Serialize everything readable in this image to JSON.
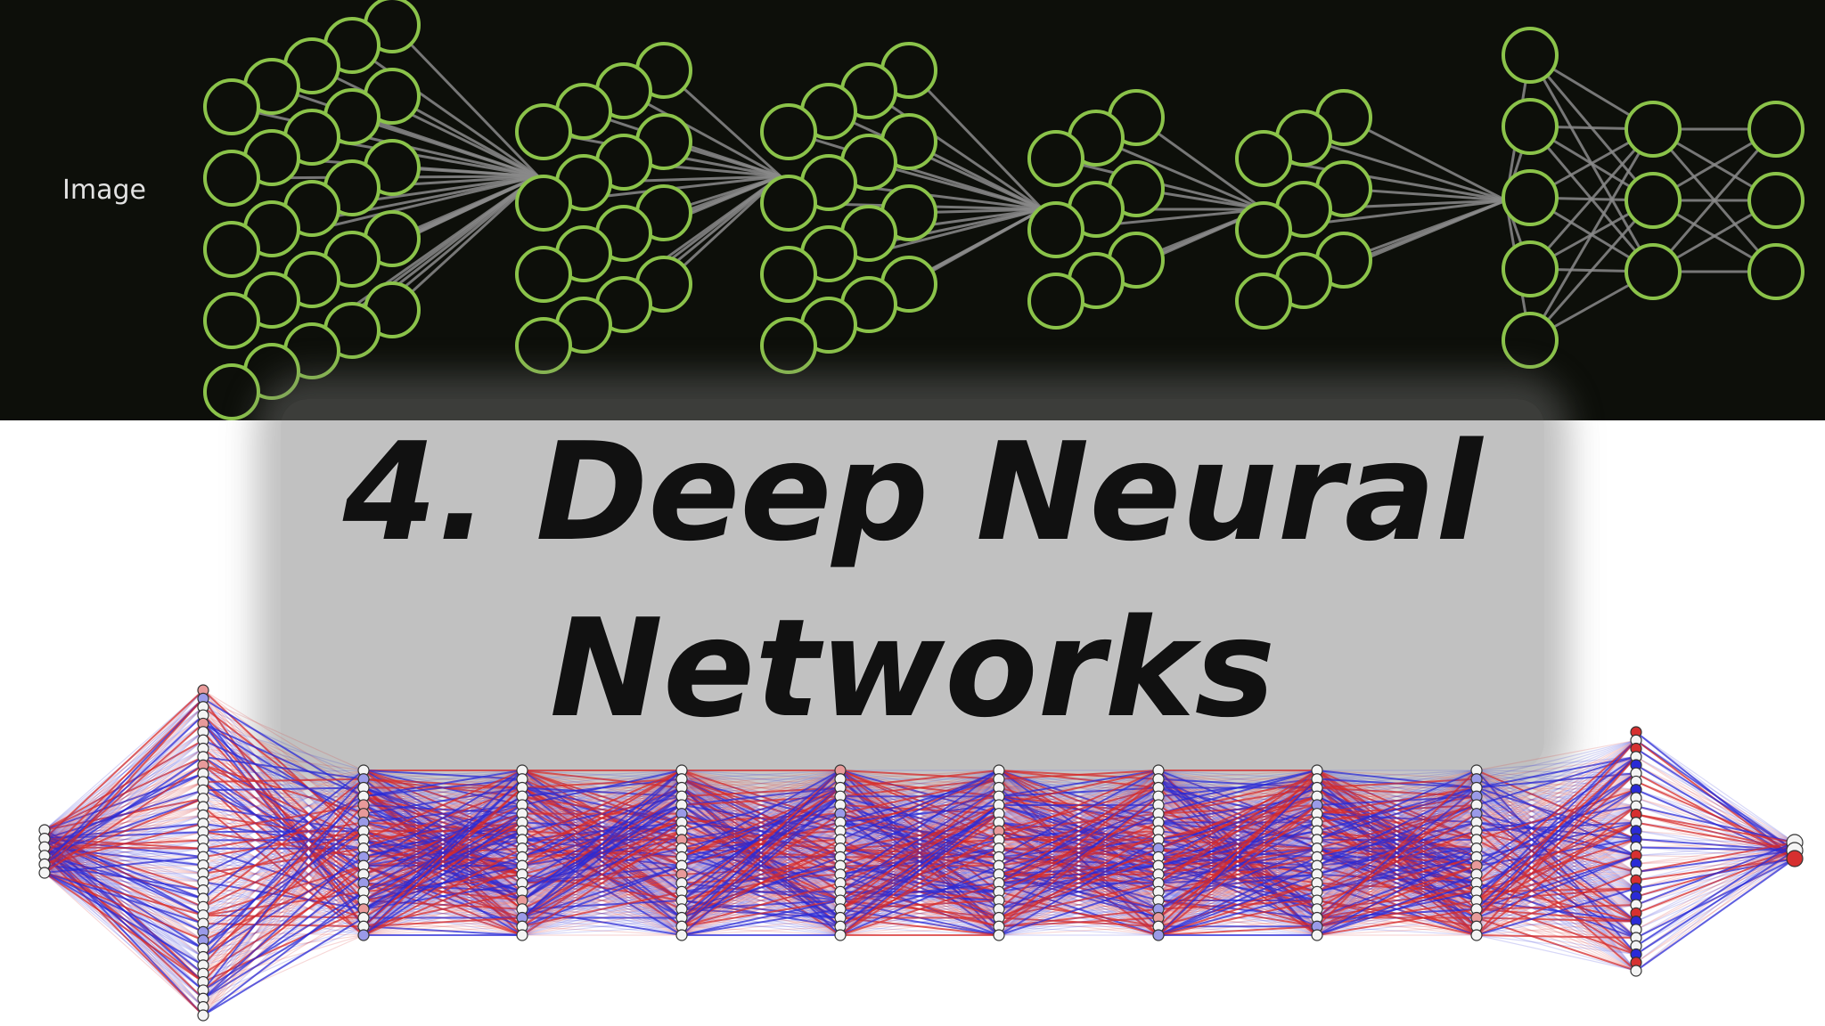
{
  "top_panel": {
    "input_label": "Image",
    "background_color": "#0d0f0a",
    "node_color": "#8bc34a",
    "edge_color": "#8a8a8a"
  },
  "title": {
    "line1": "4. Deep Neural",
    "line2": "Networks",
    "text_color": "#111111"
  },
  "bottom_diagram": {
    "layer_node_counts": [
      6,
      40,
      20,
      20,
      20,
      20,
      20,
      20,
      20,
      20,
      20,
      30,
      3
    ],
    "positive_weight_color": "#d62a2a",
    "negative_weight_color": "#2a2ad6",
    "node_fill": "#f4f4f4"
  }
}
